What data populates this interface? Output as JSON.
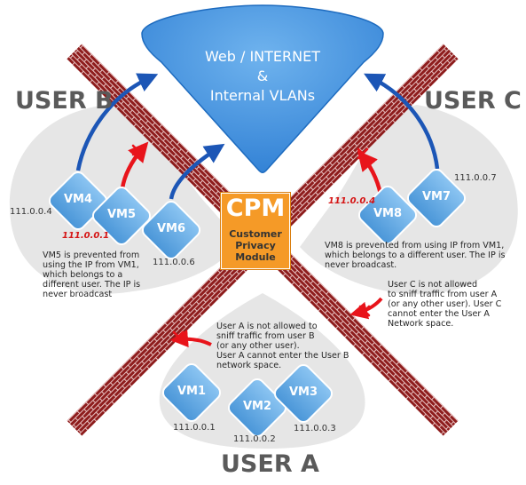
{
  "internet": {
    "line1": "Web / INTERNET",
    "line2": "&",
    "line3": "Internal VLANs"
  },
  "cpm": {
    "title": "CPM",
    "line1": "Customer",
    "line2": "Privacy",
    "line3": "Module"
  },
  "users": {
    "a": "USER A",
    "b": "USER B",
    "c": "USER C"
  },
  "vms": [
    {
      "label": "VM1",
      "ip": "111.0.0.1"
    },
    {
      "label": "VM2",
      "ip": "111.0.0.2"
    },
    {
      "label": "VM3",
      "ip": "111.0.0.3"
    },
    {
      "label": "VM4",
      "ip": "111.0.0.4"
    },
    {
      "label": "VM5",
      "ip": "111.0.0.1"
    },
    {
      "label": "VM6",
      "ip": "111.0.0.6"
    },
    {
      "label": "VM7",
      "ip": "111.0.0.7"
    },
    {
      "label": "VM8",
      "ip": "111.0.0.4"
    }
  ],
  "notes": {
    "vm5": [
      "VM5 is prevented from",
      "using the IP from VM1,",
      "which belongs to a",
      "different user. The IP is",
      "never broadcast"
    ],
    "vm8": [
      "VM8 is prevented from using IP from VM1,",
      "which belongs to a different user. The IP is",
      "never broadcast."
    ],
    "user_c": [
      "User C is not allowed",
      "to sniff traffic from user A",
      "(or any other user). User C",
      "cannot enter the User A",
      "Network space."
    ],
    "user_a": [
      "User A is not allowed to",
      "sniff traffic from user B",
      "(or any other user).",
      "User A cannot enter the User B",
      "network space."
    ]
  }
}
